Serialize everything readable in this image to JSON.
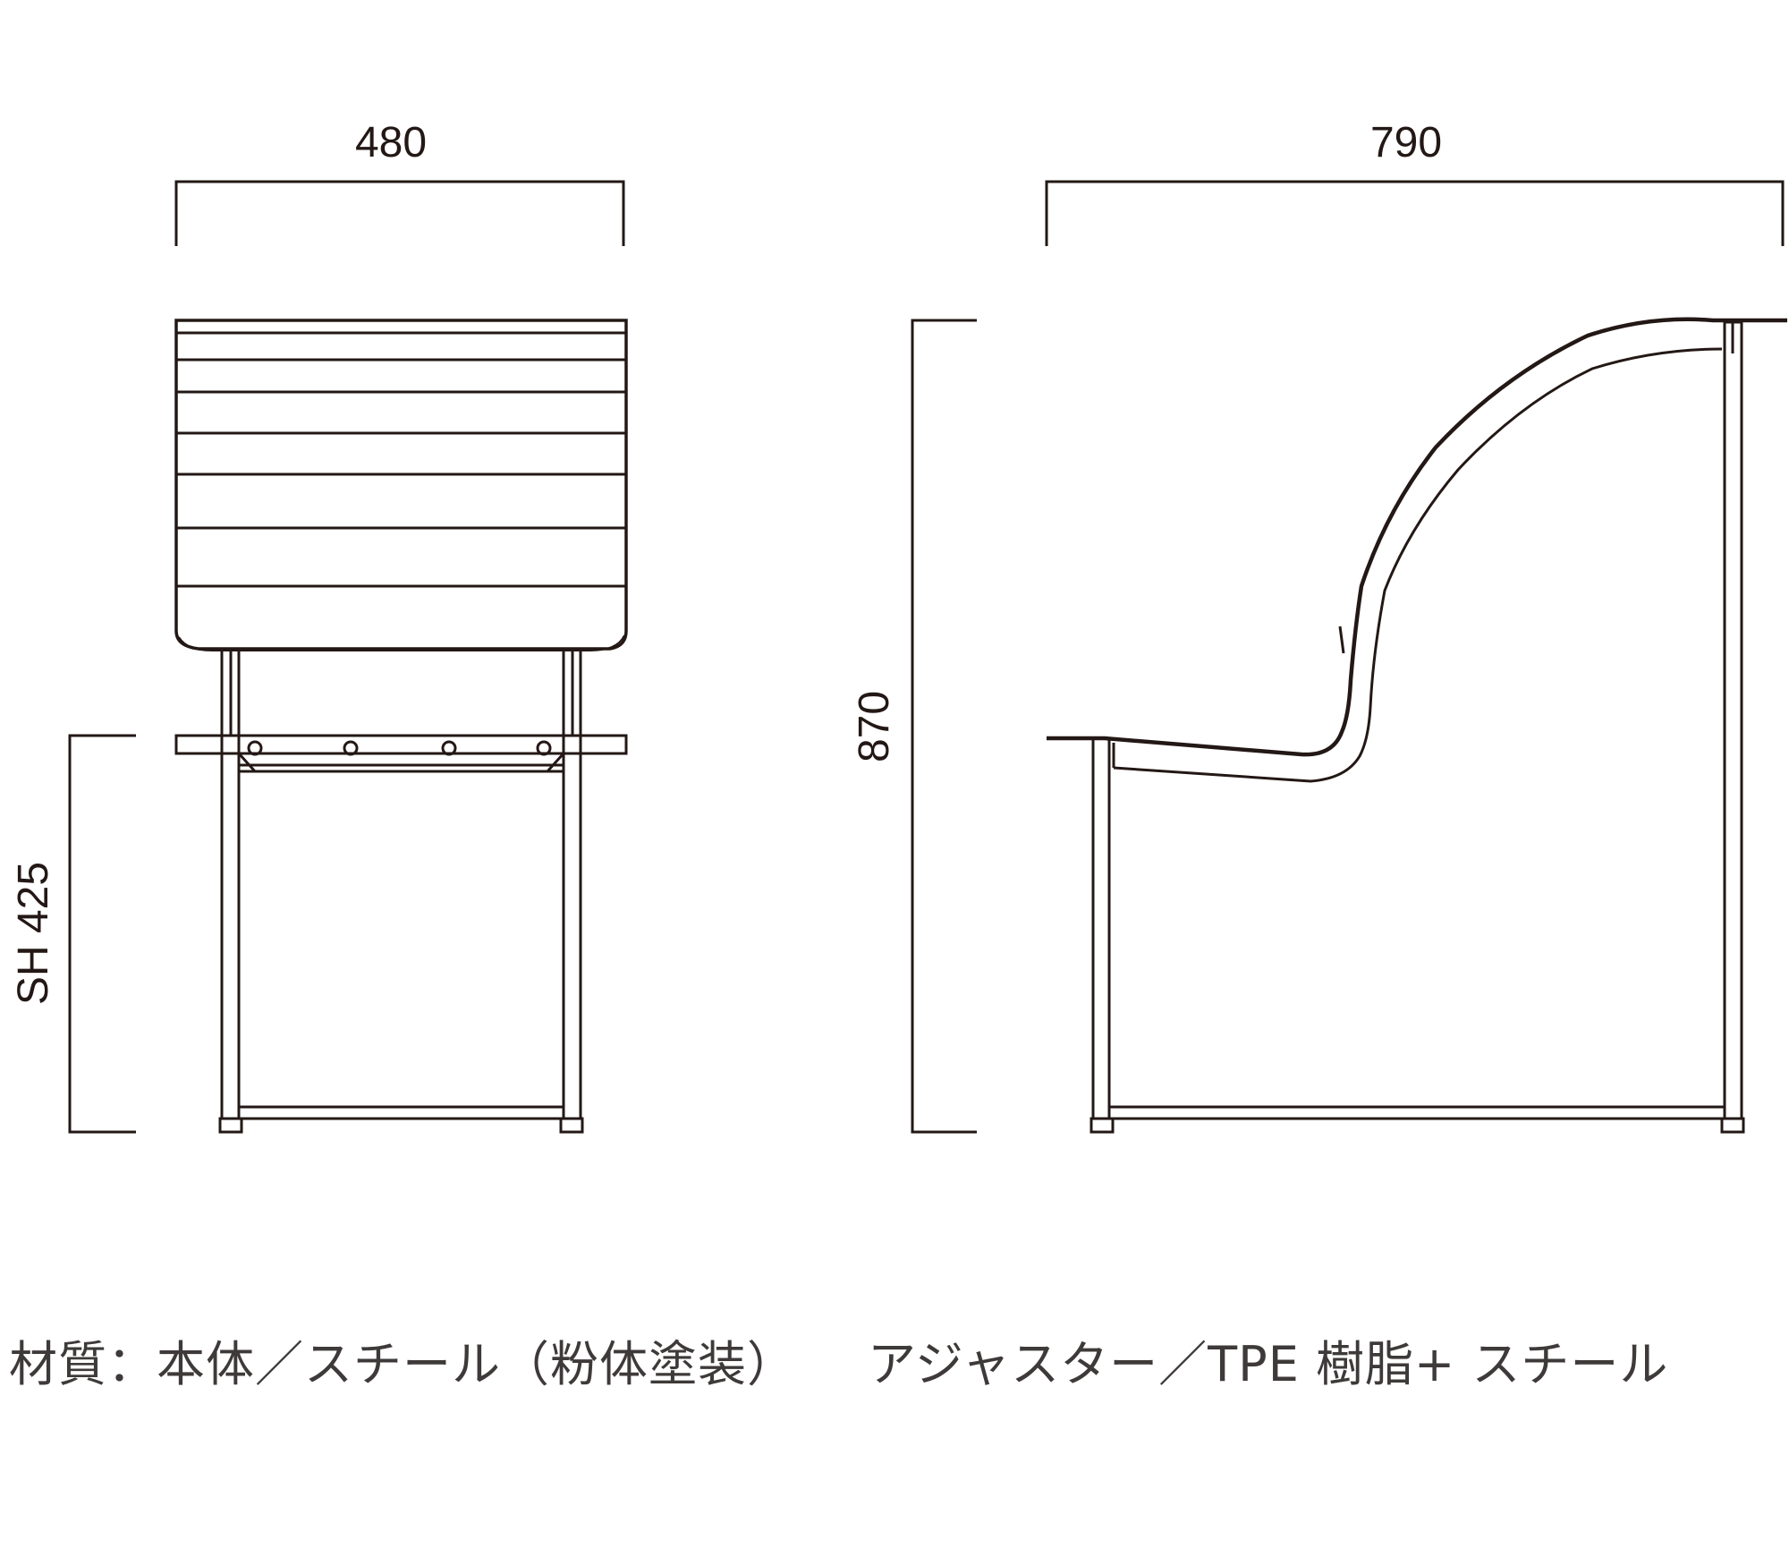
{
  "dimensions": {
    "front_width": "480",
    "side_depth": "790",
    "height": "870",
    "seat_height": "SH 425"
  },
  "material": {
    "body": "材質：本体／スチール（粉体塗装）",
    "adjuster": "アジャスター／TPE 樹脂+ スチール"
  },
  "colors": {
    "line": "#231815",
    "text": "#3e3a39"
  }
}
